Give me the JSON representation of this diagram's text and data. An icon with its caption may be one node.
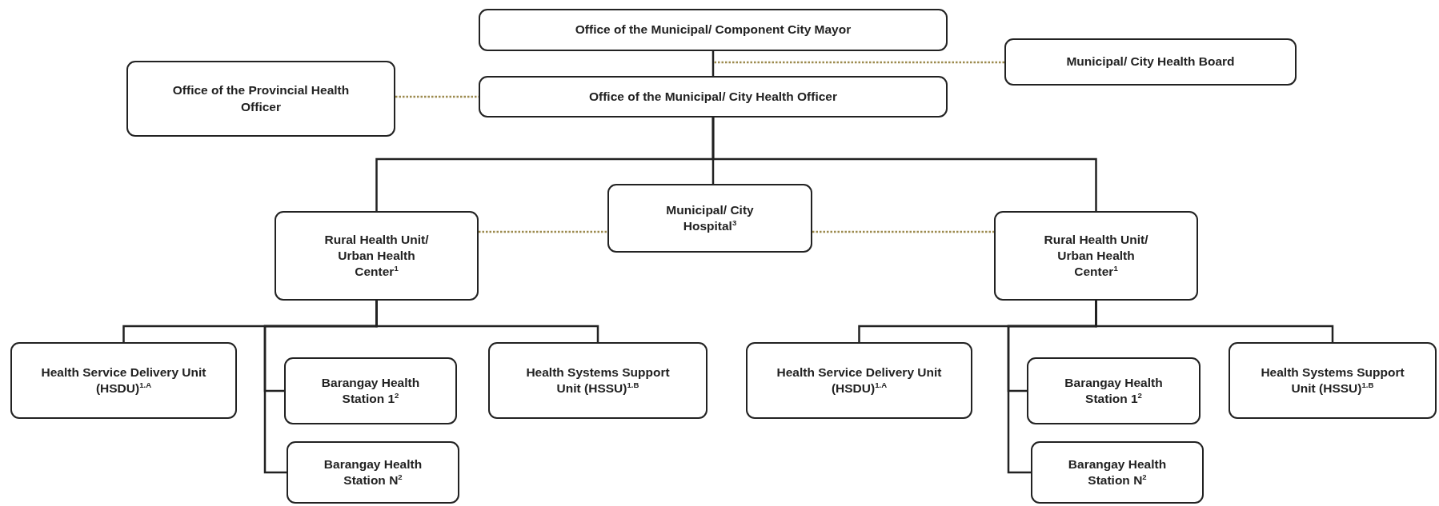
{
  "diagram": {
    "nodes": [
      {
        "text": [
          "Office of the Municipal/ Component City Mayor"
        ]
      },
      {
        "text": [
          "Municipal/ City Health Board"
        ]
      },
      {
        "text": [
          "Office of the Provincial Health Officer"
        ]
      },
      {
        "text": [
          "Office of the Municipal/ City Health Officer"
        ]
      },
      {
        "text": [
          "Rural Health Unit/ Urban Health Center$^{1}$"
        ]
      },
      {
        "text": [
          "Municipal/ City Hospital$^{3}$"
        ]
      },
      {
        "text": [
          "Rural Health Unit/ Urban Health Center$^{1}$"
        ]
      },
      {
        "text": [
          "Health Service Delivery Unit (HSDU)$^{1.A}$"
        ]
      },
      {
        "text": [
          "Barangay Health Station 1$^{2}$"
        ]
      },
      {
        "text": [
          "Barangay Health Station N$^{2}$"
        ]
      },
      {
        "text": [
          "Health Systems Support Unit (HSSU)$^{1.B}$"
        ]
      },
      {
        "text": [
          "Health Service Delivery Unit (HSDU)$^{1.A}$"
        ]
      },
      {
        "text": [
          "Barangay Health Station 1$^{2}$"
        ]
      },
      {
        "text": [
          "Barangay Health Station N$^{2}$"
        ]
      },
      {
        "text": [
          "Health Systems Support Unit (HSSU)$^{1.B}$"
        ]
      }
    ],
    "edges": [
      {
        "from": 0,
        "to": 3,
        "arrow": "none"
      },
      {
        "from": 1,
        "to": 3,
        "arrow": "none",
        "style": "dashed",
        "color": "#9c8a4e"
      },
      {
        "from": 2,
        "to": 3,
        "arrow": "none",
        "style": "dashed",
        "color": "#9c8a4e"
      },
      {
        "from": 3,
        "to": 4,
        "arrow": "none"
      },
      {
        "from": 3,
        "to": 5,
        "arrow": "none"
      },
      {
        "from": 3,
        "to": 6,
        "arrow": "none"
      },
      {
        "from": 4,
        "to": 5,
        "arrow": "none",
        "style": "dashed",
        "color": "#9c8a4e"
      },
      {
        "from": 5,
        "to": 6,
        "arrow": "none",
        "style": "dashed",
        "color": "#9c8a4e"
      },
      {
        "from": 4,
        "to": 7,
        "arrow": "none"
      },
      {
        "from": 4,
        "to": 8,
        "arrow": "none"
      },
      {
        "from": 4,
        "to": 9,
        "arrow": "none"
      },
      {
        "from": 4,
        "to": 10,
        "arrow": "none"
      },
      {
        "from": 6,
        "to": 11,
        "arrow": "none"
      },
      {
        "from": 6,
        "to": 12,
        "arrow": "none"
      },
      {
        "from": 6,
        "to": 13,
        "arrow": "none"
      },
      {
        "from": 6,
        "to": 14,
        "arrow": "none"
      }
    ]
  }
}
